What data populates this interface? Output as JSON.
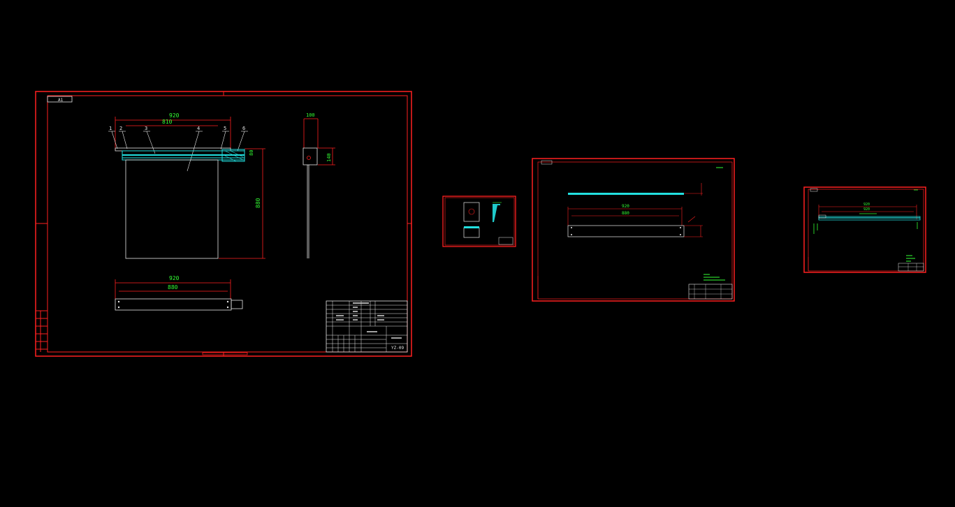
{
  "sheets": {
    "main": {
      "sheet_size": "A1",
      "top_view": {
        "overall_width": "920",
        "inner_width": "810",
        "depth": "880",
        "thickness": "80",
        "balloons": [
          "1",
          "2",
          "3",
          "4",
          "5",
          "6"
        ]
      },
      "side_view": {
        "width": "100",
        "height": "140"
      },
      "bottom_view": {
        "overall_width": "920",
        "inner_width": "880"
      },
      "title_block": {
        "drawing_number": "YZ-09"
      }
    },
    "sheet3": {
      "dim_top": "920",
      "dim_inner": "880"
    },
    "sheet4": {
      "dim_top": "920",
      "dim_inner": "920"
    }
  },
  "colors": {
    "background": "#000000",
    "frame": "#ff2020",
    "geometry": "#e8e8e8",
    "dimension": "#33ff33",
    "hatch": "#22e0e0"
  }
}
